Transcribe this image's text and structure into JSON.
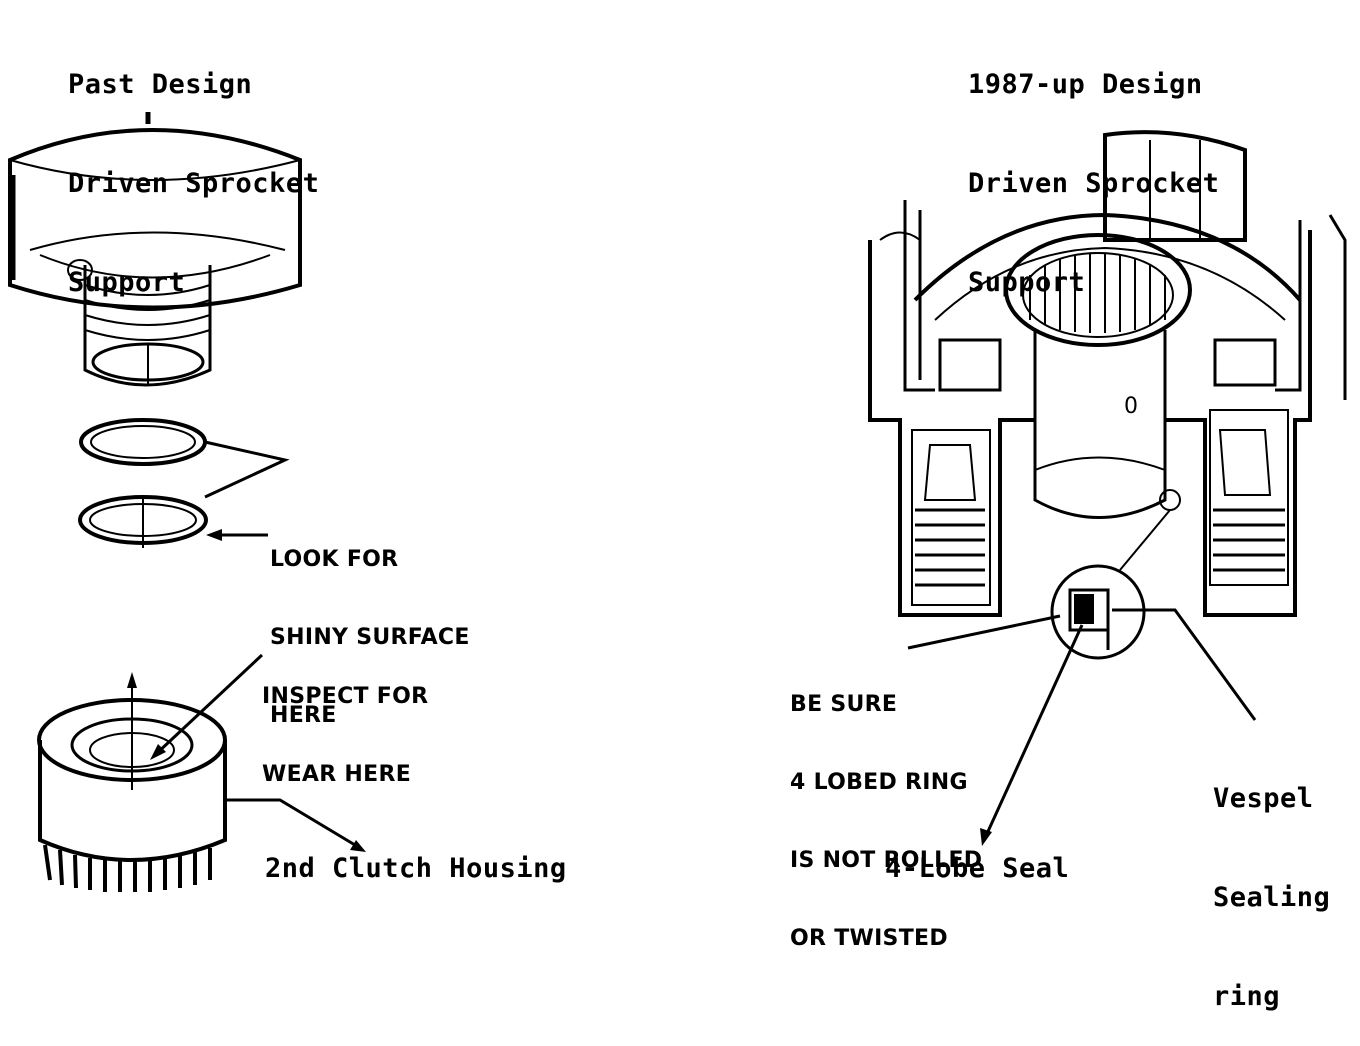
{
  "left_title": [
    "Past Design",
    "Driven Sprocket",
    "Support"
  ],
  "right_title": [
    "1987-up Design",
    "Driven Sprocket",
    "Support"
  ],
  "callouts": {
    "shiny": [
      "LOOK FOR",
      "SHINY SURFACE",
      "HERE"
    ],
    "inspect": [
      "INSPECT FOR",
      "WEAR HERE"
    ],
    "be_sure": [
      "BE SURE",
      "4 LOBED RING",
      "IS NOT ROLLED",
      "OR TWISTED"
    ],
    "vespel": [
      "Vespel",
      "Sealing",
      "ring"
    ]
  },
  "labels": {
    "clutch": "2nd Clutch Housing",
    "lobe": "4-Lobe Seal",
    "zero": "0"
  },
  "colors": {
    "ink": "#000000",
    "paper": "#ffffff"
  }
}
